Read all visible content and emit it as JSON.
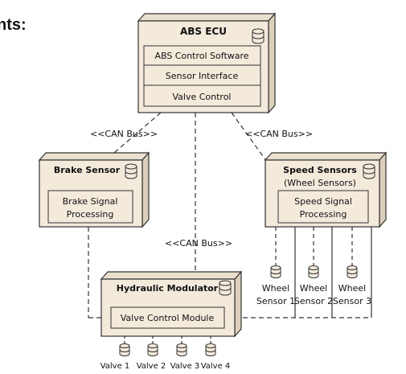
{
  "header": {
    "partial_text": "nts:"
  },
  "nodes": {
    "abs_ecu": {
      "title": "ABS ECU",
      "components": [
        "ABS Control Software",
        "Sensor Interface",
        "Valve Control"
      ]
    },
    "brake_sensor": {
      "title": "Brake Sensor",
      "component_line1": "Brake Signal",
      "component_line2": "Processing"
    },
    "speed_sensors": {
      "title": "Speed Sensors",
      "subtitle": "(Wheel Sensors)",
      "component_line1": "Speed Signal",
      "component_line2": "Processing"
    },
    "hydraulic_modulator": {
      "title": "Hydraulic Modulator",
      "component": "Valve Control Module"
    }
  },
  "connectors": {
    "can_bus_left": "<<CAN Bus>>",
    "can_bus_right": "<<CAN Bus>>",
    "can_bus_center": "<<CAN Bus>>"
  },
  "wheel_sensors": [
    {
      "line1": "Wheel",
      "line2": "Sensor 1"
    },
    {
      "line1": "Wheel",
      "line2": "Sensor 2"
    },
    {
      "line1": "Wheel",
      "line2": "Sensor 3"
    }
  ],
  "valves": [
    "Valve 1",
    "Valve 2",
    "Valve 3",
    "Valve 4"
  ],
  "colors": {
    "node_fill": "#f3eadc",
    "node_side": "#ddd0bb",
    "node_top": "#ebe0cf",
    "stroke": "#333333"
  }
}
